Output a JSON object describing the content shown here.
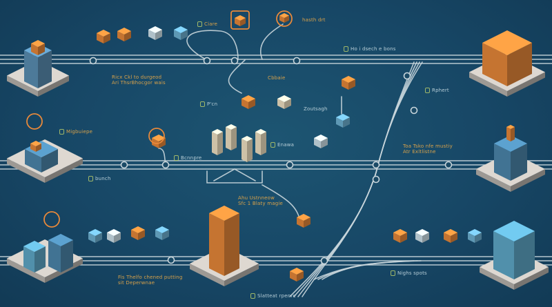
{
  "colors": {
    "background": "#174766",
    "road": "#c9d6dc",
    "accent_orange": "#e8893a",
    "accent_cream": "#f1e3c4",
    "accent_blue": "#5fa9c9",
    "label_gold": "#d9a24a",
    "label_pale": "#b8cfd8"
  },
  "labels": {
    "ciare": "Ciare",
    "hasth": "hasth drt",
    "ho_dsech": "Ho i dsech e bons",
    "ricx_1": "Ricx Ckl to durgeod",
    "ricx_2": "Ari ThsrBhocgor wais",
    "cbbaie": "Cbbaie",
    "pcn": "P'cn",
    "zoutsagh": "Zoutsagh",
    "rphert": "Rphert",
    "migbuiepe": "Migbuiepe",
    "bcnnpre": "Bcnnpre",
    "enawa": "Enawa",
    "toa_1": "Toa Tsko nfe mustiy",
    "toa_2": "Atr Exltlistne",
    "bunch": "bunch",
    "ahu_1": "Ahu Ustnneow",
    "ahu_2": "Sfc 1 Blaty magie",
    "fis_1": "Fis Thelfo chened putting",
    "fis_2": "sit Deperwnae",
    "slatteat": "Slatteat rpenre",
    "nighs": "Nighs spots"
  }
}
